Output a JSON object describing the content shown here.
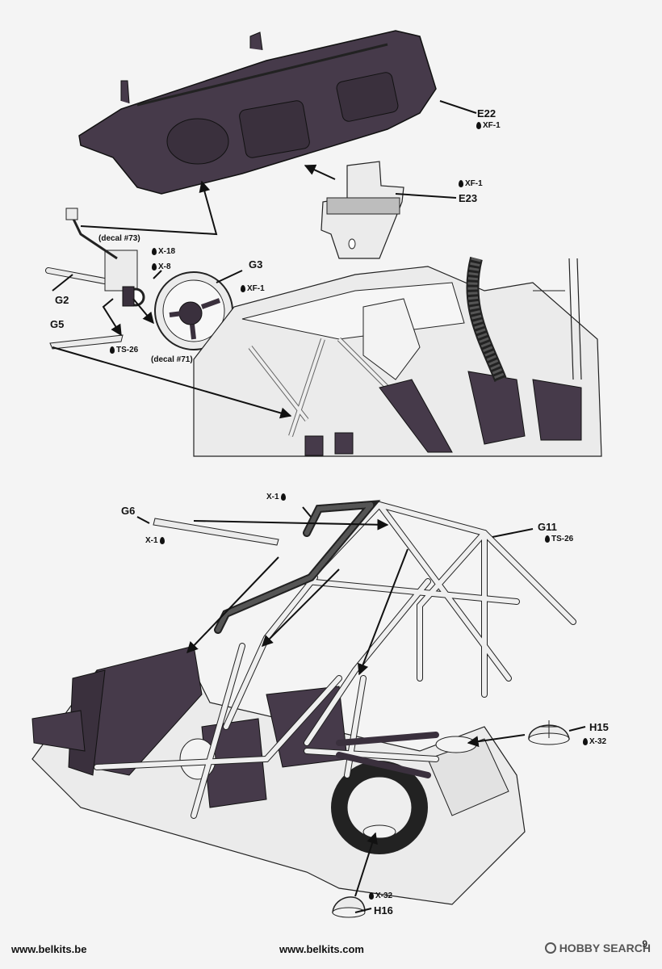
{
  "parts": {
    "e22": "E22",
    "e23": "E23",
    "g2": "G2",
    "g3": "G3",
    "g5": "G5",
    "g6": "G6",
    "g11": "G11",
    "h15": "H15",
    "h16": "H16"
  },
  "paints": {
    "e22": "XF-1",
    "e23": "XF-1",
    "x18": "X-18",
    "x8": "X-8",
    "g3": "XF-1",
    "g5": "TS-26",
    "cage_top": "X-1",
    "g6": "X-1",
    "g11": "TS-26",
    "h15": "X-32",
    "h16": "X-32"
  },
  "decals": {
    "d73": "(decal #73)",
    "d71": "(decal #71)"
  },
  "footer": {
    "left": "www.belkits.be",
    "center": "www.belkits.com",
    "page": "9"
  },
  "watermark": "HOBBY SEARCH",
  "colors": {
    "dark_part": "#463a4a",
    "light_part": "#ebebeb",
    "line": "#222222"
  }
}
